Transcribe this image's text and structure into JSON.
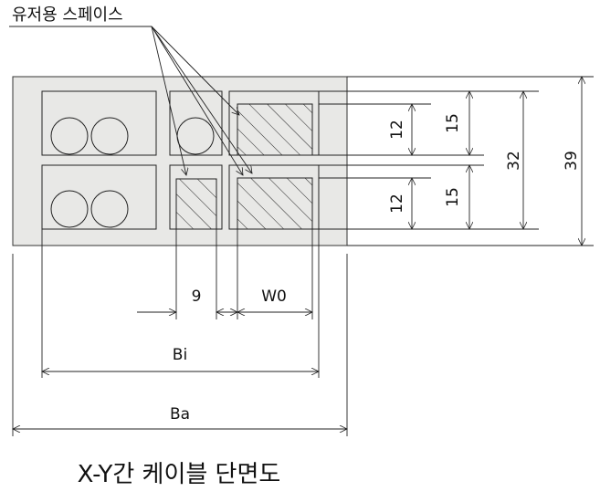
{
  "diagram": {
    "user_space_label": "유저용 스페이스",
    "caption": "X-Y간 케이블 단면도",
    "dims": {
      "inner_height_top": "12",
      "inner_height_bottom": "12",
      "row_pitch_top": "15",
      "row_pitch_bottom": "15",
      "inner_total": "32",
      "outer_total": "39",
      "narrow_width": "9",
      "user_width": "W0",
      "inner_width": "Bi",
      "outer_width": "Ba"
    },
    "colors": {
      "outer_fill": "#e8e8e6",
      "line": "#222222",
      "box_fill": "#e8e8e6"
    }
  }
}
